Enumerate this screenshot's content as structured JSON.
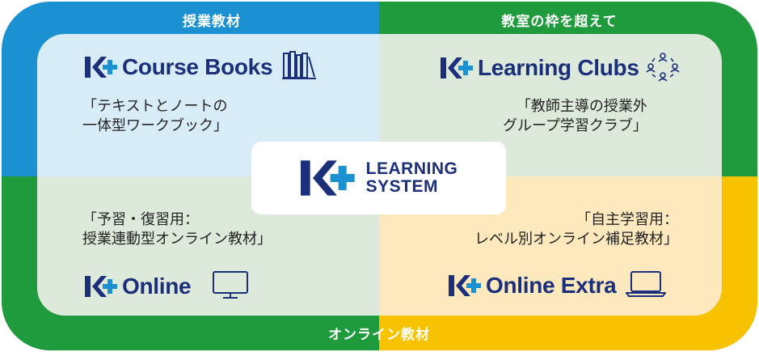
{
  "colors": {
    "top_left_ring": "#1b91d1",
    "top_right_ring": "#1f9a3c",
    "bottom_left_ring": "#1f9a3c",
    "bottom_right_ring": "#f7c300",
    "top_left_panel": "#d8ecf8",
    "top_right_panel": "#dde9da",
    "bottom_left_panel": "#dde9da",
    "bottom_right_panel": "#fde9bd",
    "brand_navy": "#1b2f7a",
    "brand_blue": "#1b91d1"
  },
  "ring_labels": {
    "top_left": "授業教材",
    "top_right": "教室の枠を超えて",
    "bottom": "オンライン教材"
  },
  "center": {
    "line1": "LEARNING",
    "line2": "SYSTEM"
  },
  "products": {
    "course_books": {
      "name": "Course Books",
      "icon": "books-icon",
      "desc": [
        "「テキストとノートの",
        "一体型ワークブック」"
      ]
    },
    "learning_clubs": {
      "name": "Learning Clubs",
      "icon": "group-icon",
      "desc": [
        "「教師主導の授業外",
        "グループ学習クラブ」"
      ]
    },
    "online": {
      "name": "Online",
      "icon": "monitor-icon",
      "desc": [
        "「予習・復習用：",
        "授業連動型オンライン教材」"
      ]
    },
    "online_extra": {
      "name": "Online Extra",
      "icon": "laptop-icon",
      "desc": [
        "「自主学習用：",
        "レベル別オンライン補足教材」"
      ]
    }
  }
}
